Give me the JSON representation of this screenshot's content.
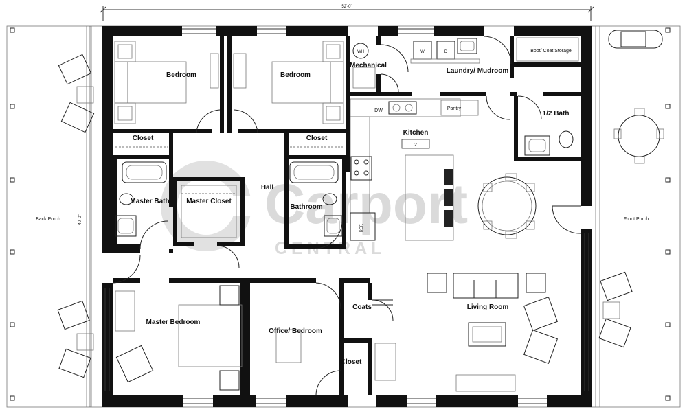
{
  "dimensions": {
    "width_label": "52'-0\"",
    "height_label": "40'-0\""
  },
  "rooms": {
    "bedroom_1": "Bedroom",
    "bedroom_2": "Bedroom",
    "mechanical": "Mechanical",
    "laundry": "Laundry/ Mudroom",
    "boot_storage": "Boot/ Coat Storage",
    "closet_1": "Closet",
    "closet_2": "Closet",
    "half_bath": "1/2 Bath",
    "kitchen": "Kitchen",
    "kitchen_count": "2",
    "hall": "Hall",
    "master_bath": "Master Bath",
    "master_closet": "Master Closet",
    "bathroom": "Bathroom",
    "master_bedroom": "Master Bedroom",
    "office": "Office/ Bedroom",
    "coats": "Coats",
    "closet_3": "Closet",
    "living_room": "Living Room",
    "back_porch": "Back Porch",
    "front_porch": "Front Porch"
  },
  "fixtures": {
    "water_heater": "WH",
    "washer": "W",
    "dryer": "D",
    "dishwasher": "DW",
    "pantry": "Pantry",
    "refrigerator": "REF."
  },
  "watermark": {
    "brand": "Carport",
    "sub": "CENTRAL"
  },
  "colors": {
    "wall": "#111111",
    "watermark": "#bdbdbd",
    "background": "#ffffff"
  }
}
